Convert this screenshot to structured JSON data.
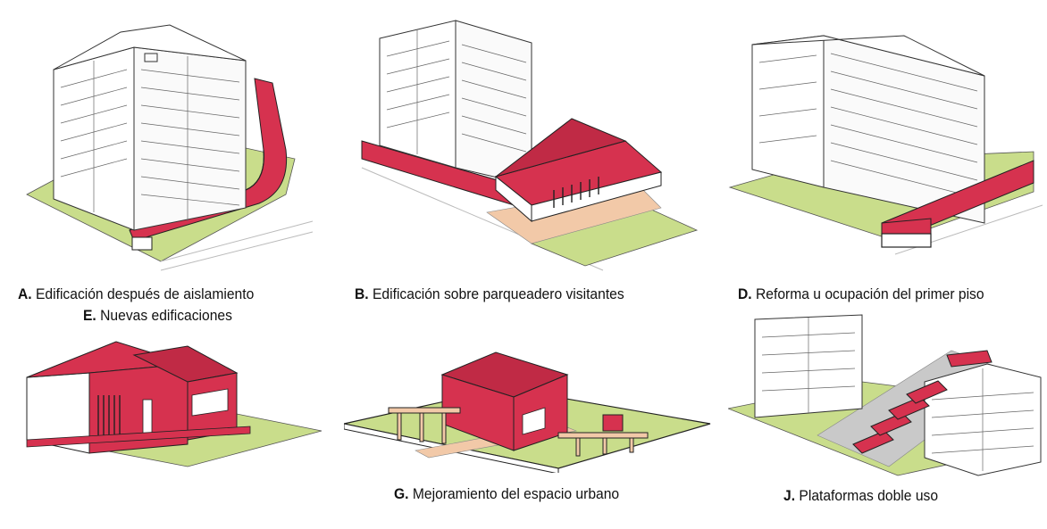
{
  "colors": {
    "accent_red": "#d6324f",
    "lawn_green": "#c9dd8b",
    "paving_tan": "#f2c9a8",
    "paving_grey": "#c9c9c9",
    "line": "#2a2a2a"
  },
  "panels": [
    {
      "letter": "A.",
      "title": "Edificación después de aislamiento"
    },
    {
      "letter": "B.",
      "title": "Edificación sobre parqueadero visitantes"
    },
    {
      "letter": "D.",
      "title": "Reforma u ocupación del primer piso"
    },
    {
      "letter": "E.",
      "title": "Nuevas edificaciones"
    },
    {
      "letter": "G.",
      "title": "Mejoramiento del espacio urbano"
    },
    {
      "letter": "J.",
      "title": "Plataformas doble uso"
    }
  ]
}
